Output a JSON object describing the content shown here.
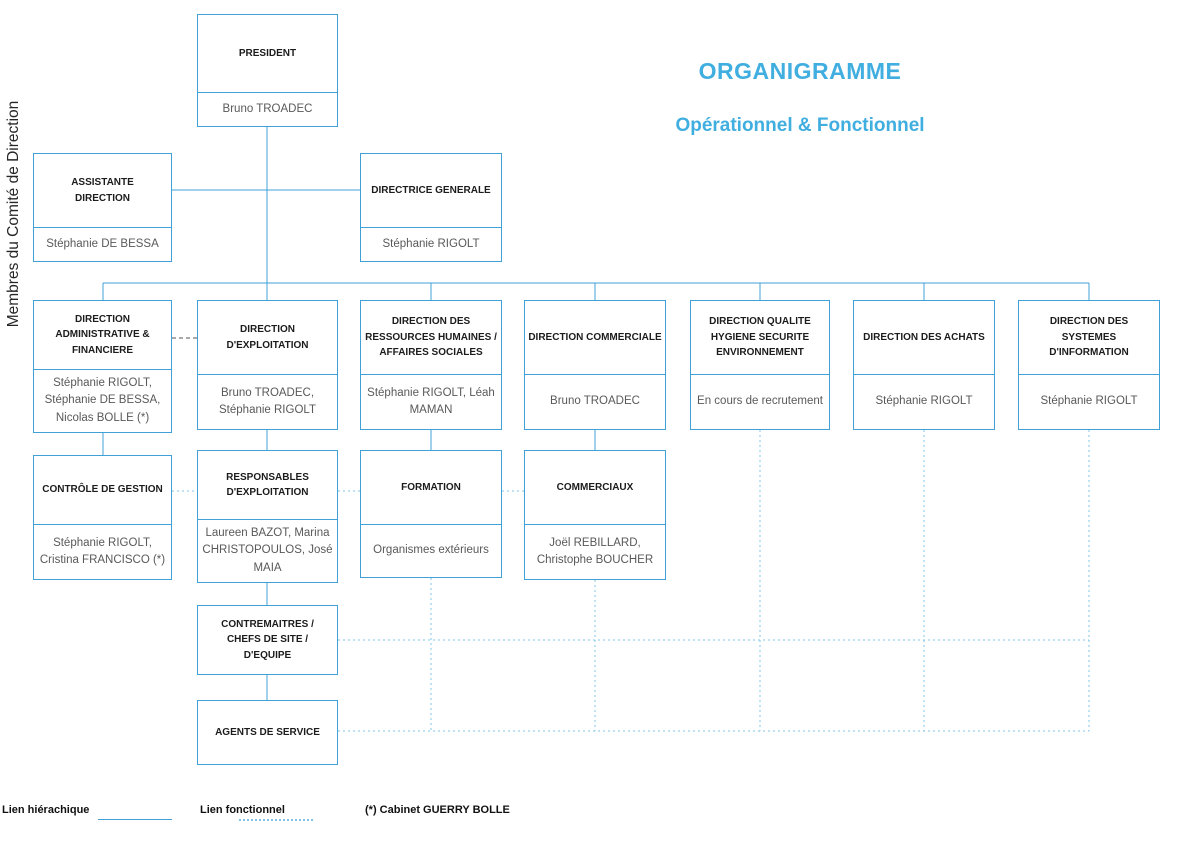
{
  "header": {
    "title": "ORGANIGRAMME",
    "subtitle": "Opérationnel & Fonctionnel"
  },
  "side_label": "Membres du Comité de Direction",
  "nodes": {
    "president": {
      "title": "PRESIDENT",
      "names": "Bruno TROADEC"
    },
    "assistante": {
      "title": "ASSISTANTE DIRECTION",
      "names": "Stéphanie DE BESSA"
    },
    "directrice": {
      "title": "DIRECTRICE GENERALE",
      "names": "Stéphanie RIGOLT"
    },
    "daf": {
      "title": "DIRECTION ADMINISTRATIVE & FINANCIERE",
      "names": "Stéphanie RIGOLT, Stéphanie DE BESSA, Nicolas BOLLE (*)"
    },
    "exploitation": {
      "title": "DIRECTION D'EXPLOITATION",
      "names": "Bruno TROADEC, Stéphanie RIGOLT"
    },
    "rh": {
      "title": "DIRECTION DES RESSOURCES HUMAINES / AFFAIRES SOCIALES",
      "names": "Stéphanie RIGOLT, Léah MAMAN"
    },
    "commerciale": {
      "title": "DIRECTION COMMERCIALE",
      "names": "Bruno TROADEC"
    },
    "qhse": {
      "title": "DIRECTION QUALITE HYGIENE SECURITE ENVIRONNEMENT",
      "names": "En cours de recrutement"
    },
    "achats": {
      "title": "DIRECTION DES ACHATS",
      "names": "Stéphanie RIGOLT"
    },
    "si": {
      "title": "DIRECTION DES SYSTEMES D'INFORMATION",
      "names": "Stéphanie RIGOLT"
    },
    "controle": {
      "title": "CONTRÔLE DE GESTION",
      "names": "Stéphanie RIGOLT, Cristina FRANCISCO  (*)"
    },
    "responsables": {
      "title": "RESPONSABLES D'EXPLOITATION",
      "names": "Laureen BAZOT, Marina CHRISTOPOULOS, José MAIA"
    },
    "formation": {
      "title": "FORMATION",
      "names": "Organismes extérieurs"
    },
    "commerciaux": {
      "title": "COMMERCIAUX",
      "names": "Joël REBILLARD, Christophe BOUCHER"
    },
    "contremaitres": {
      "title": "CONTREMAITRES / CHEFS DE SITE / D'EQUIPE"
    },
    "agents": {
      "title": "AGENTS DE SERVICE"
    }
  },
  "legend": {
    "hierarchique": "Lien hiérachique",
    "fonctionnel": "Lien fonctionnel",
    "cabinet": "(*) Cabinet GUERRY BOLLE"
  },
  "colors": {
    "box_border": "#41A0D8",
    "accent_blue": "#41AEE0",
    "dotted_link": "#7FC4E8",
    "title_text": "#1c1c1c",
    "name_text": "#595959"
  }
}
